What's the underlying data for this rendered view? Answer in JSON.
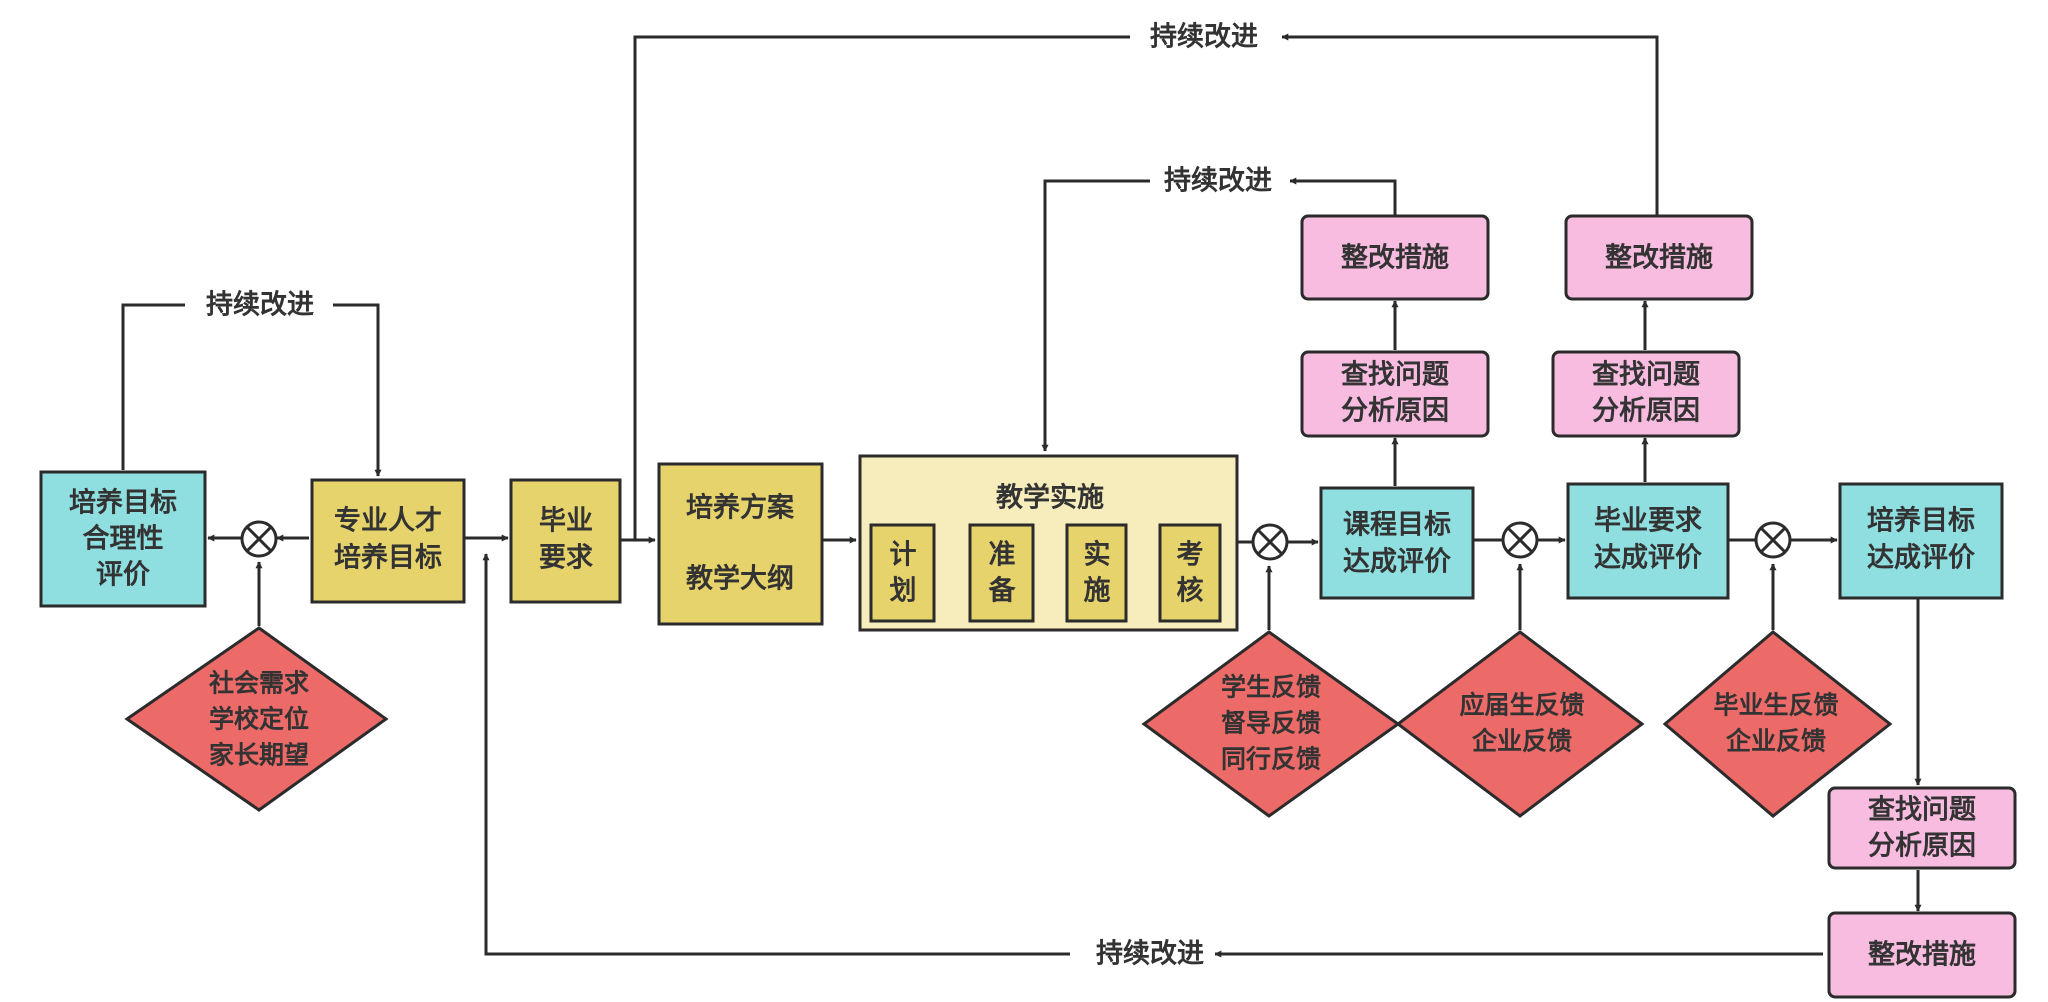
{
  "colors": {
    "teal": "#8fdfe0",
    "gold": "#e6d36b",
    "lightyellow": "#f6ecbc",
    "pink": "#f7bcdf",
    "red": "#ec6a68"
  },
  "loops": {
    "top": "持续改进",
    "upper": "持续改进",
    "left": "持续改进",
    "bottom": "持续改进"
  },
  "nodes": {
    "goal_rationality": [
      "培养目标",
      "合理性",
      "评价"
    ],
    "talent_goal": [
      "专业人才",
      "培养目标"
    ],
    "grad_req": [
      "毕业",
      "要求"
    ],
    "plan_syllabus": [
      "培养方案",
      "教学大纲"
    ],
    "teaching": {
      "title": "教学实施",
      "steps": [
        [
          "计",
          "划"
        ],
        [
          "准",
          "备"
        ],
        [
          "实",
          "施"
        ],
        [
          "考",
          "核"
        ]
      ]
    },
    "course_eval": [
      "课程目标",
      "达成评价"
    ],
    "grad_eval": [
      "毕业要求",
      "达成评价"
    ],
    "goal_eval": [
      "培养目标",
      "达成评价"
    ],
    "find1": [
      "查找问题",
      "分析原因"
    ],
    "fix1": "整改措施",
    "find2": [
      "查找问题",
      "分析原因"
    ],
    "fix2": "整改措施",
    "find3": [
      "查找问题",
      "分析原因"
    ],
    "fix3": "整改措施"
  },
  "diamonds": {
    "society": [
      "社会需求",
      "学校定位",
      "家长期望"
    ],
    "students": [
      "学生反馈",
      "督导反馈",
      "同行反馈"
    ],
    "enterprise1": [
      "应届生反馈",
      "企业反馈"
    ],
    "enterprise2": [
      "毕业生反馈",
      "企业反馈"
    ]
  }
}
